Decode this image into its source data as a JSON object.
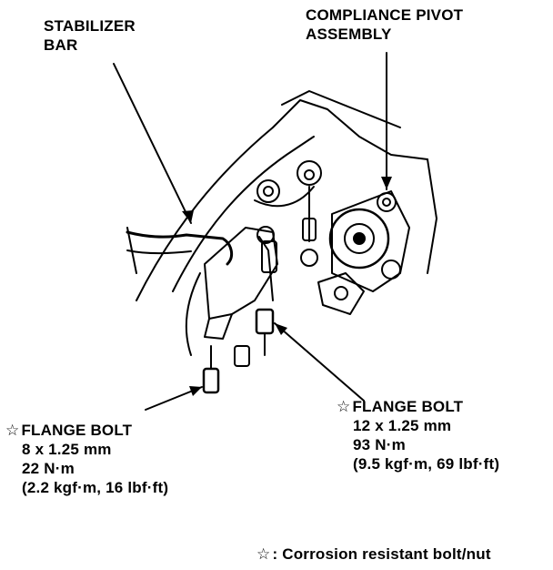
{
  "labels": {
    "stabilizer": {
      "line1": "STABILIZER",
      "line2": "BAR"
    },
    "pivot": {
      "line1": "COMPLIANCE PIVOT",
      "line2": "ASSEMBLY"
    },
    "bolt_small": {
      "star": "☆",
      "title": "FLANGE BOLT",
      "size": "8 x 1.25 mm",
      "torque": "22 N·m",
      "alt": "(2.2 kgf·m, 16 lbf·ft)"
    },
    "bolt_large": {
      "star": "☆",
      "title": "FLANGE BOLT",
      "size": "12 x 1.25 mm",
      "torque": "93 N·m",
      "alt": "(9.5 kgf·m, 69 lbf·ft)"
    }
  },
  "legend": {
    "star": "☆",
    "text": ": Corrosion resistant bolt/nut"
  }
}
